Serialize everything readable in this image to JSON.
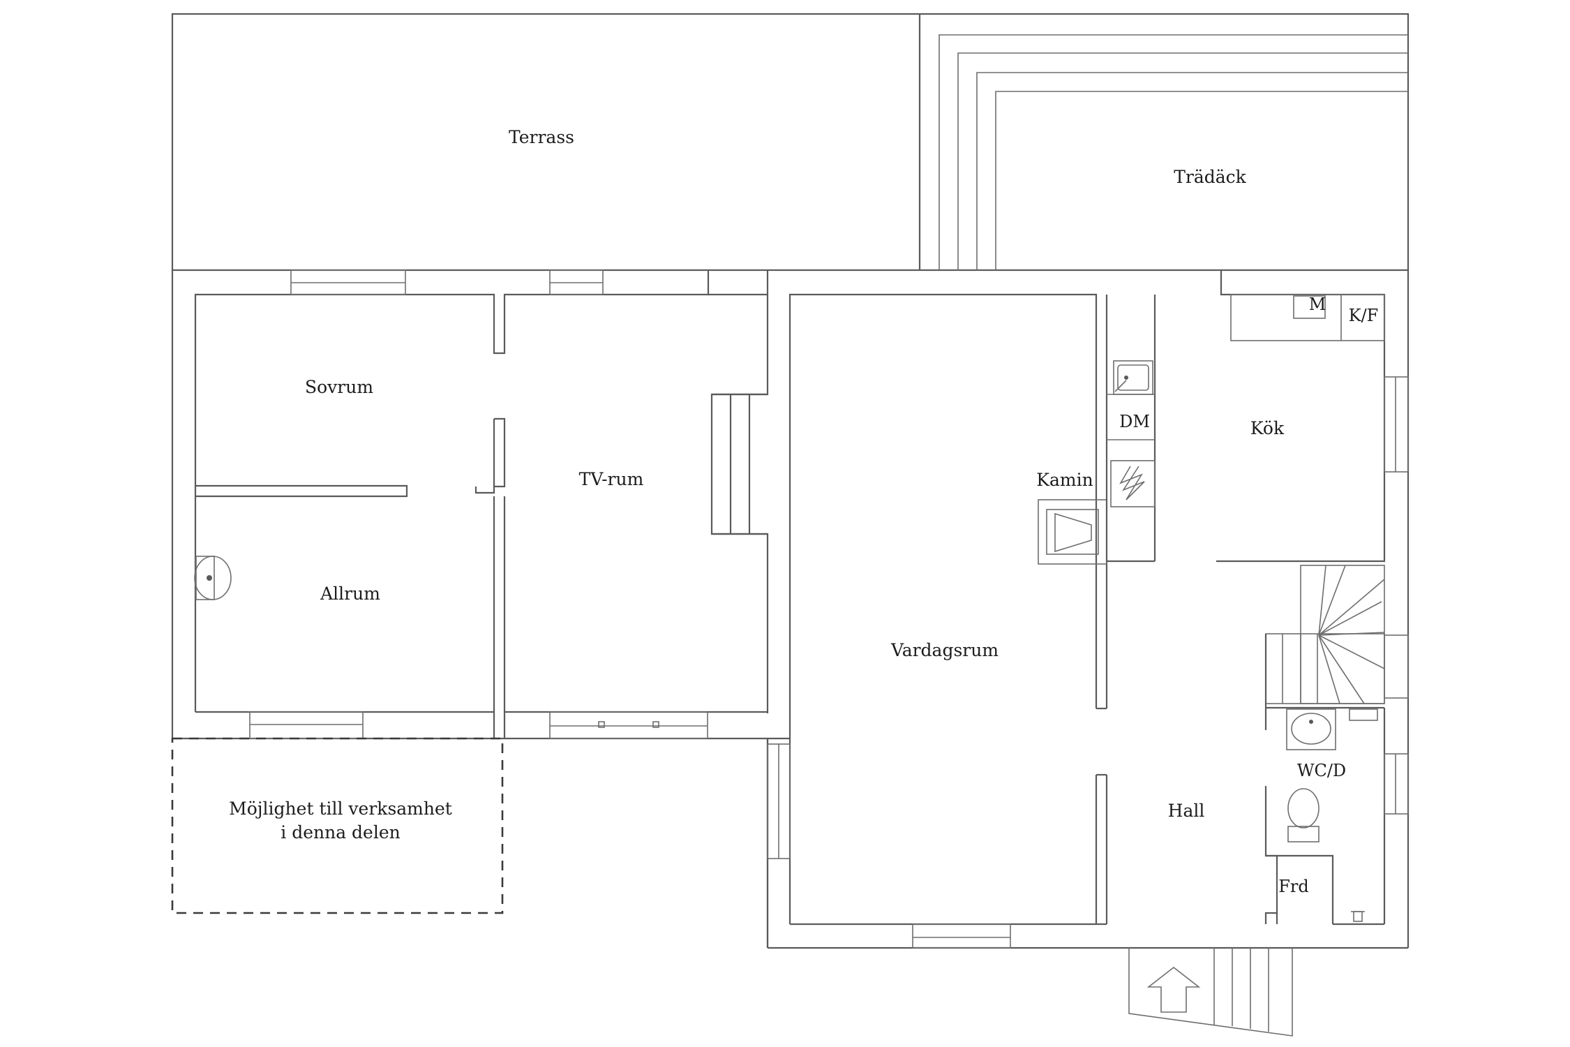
{
  "rooms": {
    "terrass": "Terrass",
    "tradack": "Trädäck",
    "sovrum": "Sovrum",
    "tv_rum": "TV-rum",
    "allrum": "Allrum",
    "vardagsrum": "Vardagsrum",
    "kok": "Kök",
    "kamin": "Kamin",
    "dm": "DM",
    "kf": "K/F",
    "m": "M",
    "wcd": "WC/D",
    "hall": "Hall",
    "frd": "Frd"
  },
  "note": {
    "line1": "Möjlighet till verksamhet",
    "line2": "i denna delen"
  },
  "icons": {
    "entrance": "entrance-arrow-icon",
    "stairs": "staircase-icon",
    "sink": "sink-icon",
    "toilet": "toilet-icon"
  }
}
